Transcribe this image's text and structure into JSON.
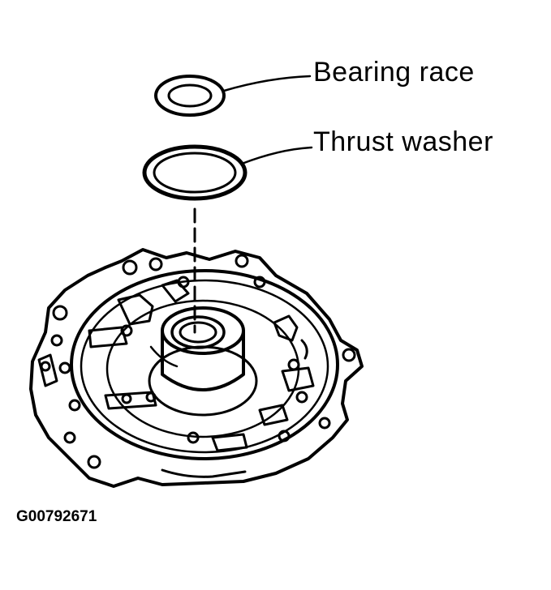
{
  "labels": {
    "bearing_race": "Bearing race",
    "thrust_washer": "Thrust washer"
  },
  "figure_id": "G00792671",
  "colors": {
    "ink": "#000000",
    "paper": "#ffffff"
  }
}
